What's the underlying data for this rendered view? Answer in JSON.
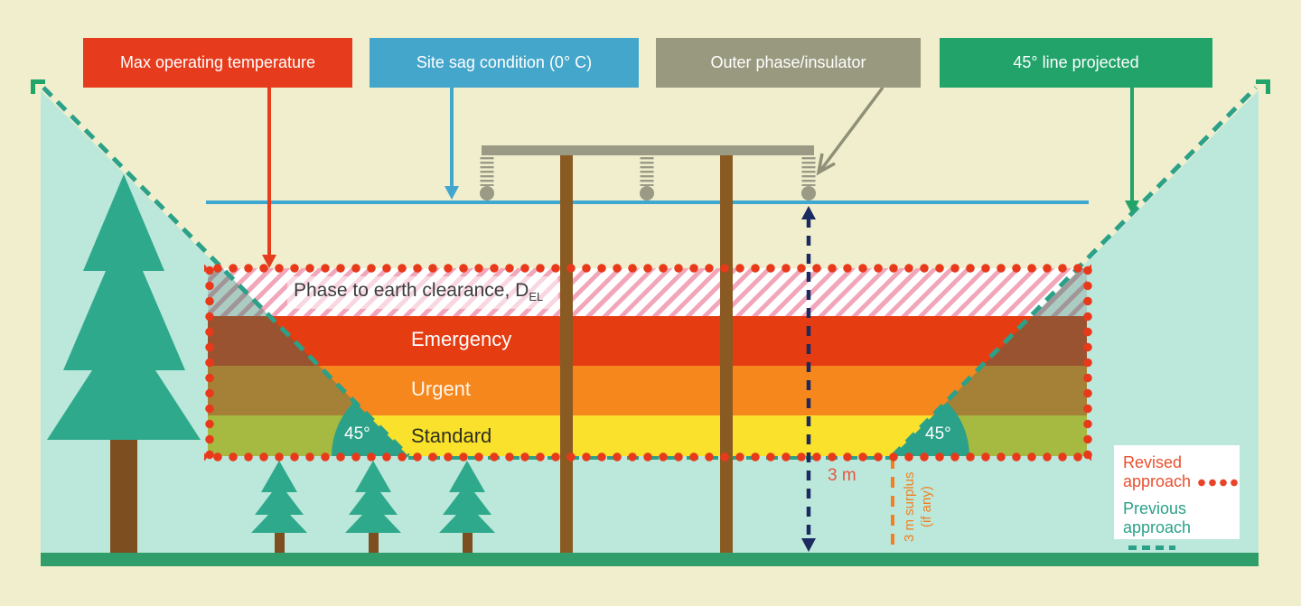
{
  "callouts": [
    {
      "label": "Max operating temperature",
      "color": "#e63c1d"
    },
    {
      "label": "Site sag condition (0° C)",
      "color": "#45a6cb"
    },
    {
      "label": "Outer phase/insulator",
      "color": "#99997f"
    },
    {
      "label": "45° line projected",
      "color": "#21a36a"
    }
  ],
  "zone": {
    "clearance_band": {
      "label": "Phase to earth clearance, D",
      "subscript": "EL"
    },
    "bands": [
      {
        "label": "Emergency",
        "color": "#e63c12"
      },
      {
        "label": "Urgent",
        "color": "#f6871d"
      },
      {
        "label": "Standard",
        "color": "#f9e12c"
      }
    ],
    "border_style": "red-dotted"
  },
  "annotations": {
    "left_angle": "45°",
    "right_angle": "45°",
    "distance": "3 m",
    "surplus_line1": "3 m surplus",
    "surplus_line2": "(if any)"
  },
  "legend": {
    "revised": {
      "line1": "Revised",
      "line2": "approach",
      "style": "dotted",
      "color": "#e8502e"
    },
    "previous": {
      "line1": "Previous",
      "line2": "approach",
      "style": "dashed",
      "color": "#2aa188"
    }
  },
  "colors": {
    "background": "#f0eecd",
    "cleared_area": "#bce8db",
    "ground": "#2f9e6a",
    "tree": "#2fa98c",
    "trunk": "#7d4e1f",
    "pole": "#8a5a23",
    "crossarm": "#9a9a85",
    "sag_line": "#3fa8d0",
    "revised_border": "#e8391a",
    "previous_line": "#2aa188",
    "measure_line": "#1b2a60",
    "surplus_line": "#f08020"
  }
}
